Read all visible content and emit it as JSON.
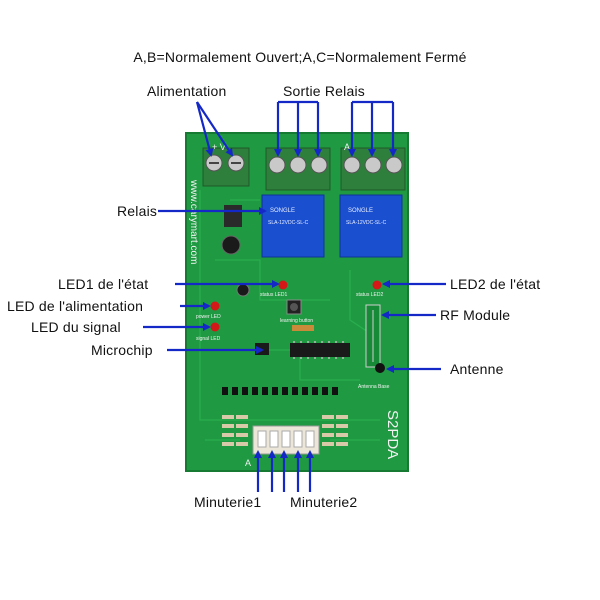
{
  "caption": "A,B=Normalement Ouvert;A,C=Normalement Fermé",
  "labels": {
    "alimentation": "Alimentation",
    "sortie_relais": "Sortie Relais",
    "relais": "Relais",
    "led1": "LED1  de l'état",
    "led2": "LED2  de l'état",
    "led_alim": "LED de l'alimentation",
    "led_signal": "LED du signal",
    "rf_module": "RF Module",
    "microchip": "Microchip",
    "antenne": "Antenne",
    "minuterie1": "Minuterie1",
    "minuterie2": "Minuterie2"
  },
  "board": {
    "model": "S2PDA",
    "website": "www.carymart.com",
    "silk_power_led": "power LED",
    "silk_signal_led": "signal LED",
    "silk_status_led1": "status LED1",
    "silk_status_led2": "status LED2",
    "silk_learning": "learning button",
    "silk_antenna": "Antenna Base",
    "relay_brand": "SONGLE",
    "relay_model": "SLA-12VDC-SL-C",
    "terminal_power": "+ V-",
    "terminal_letter": "A"
  },
  "colors": {
    "pcb": "#1f9a42",
    "pcb_edge": "#167a33",
    "relay": "#1a4fd0",
    "terminal": "#2f7f3c",
    "arrow": "#1428c8",
    "led": "#d41818"
  }
}
